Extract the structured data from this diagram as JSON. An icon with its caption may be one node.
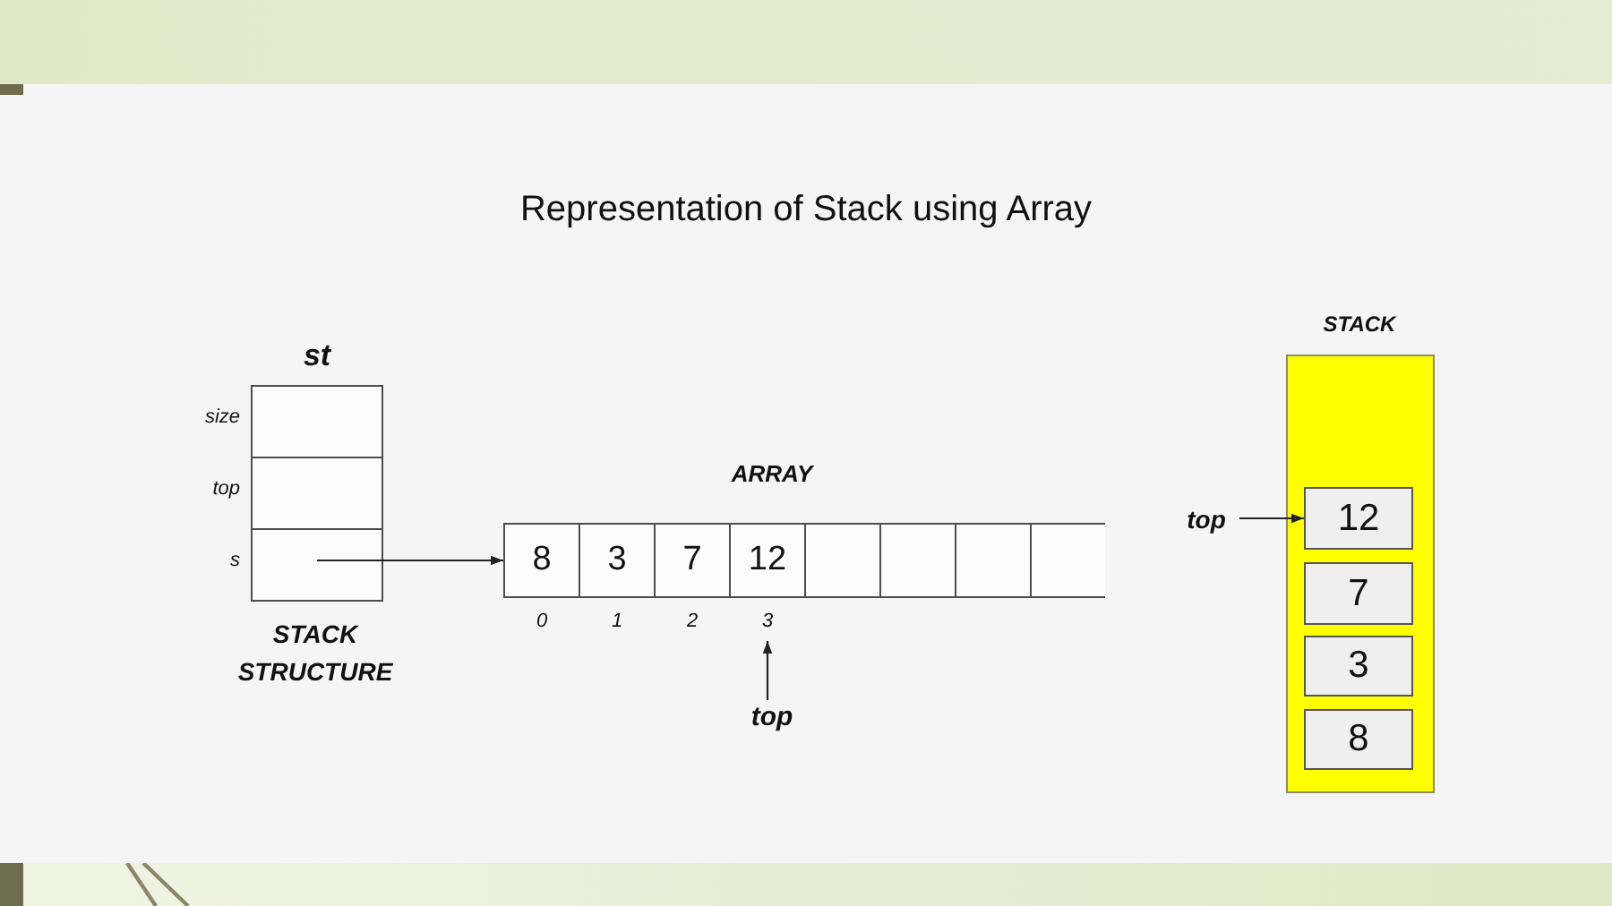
{
  "diagram": {
    "title": "Representation of Stack using Array",
    "nodes": [
      {
        "text": [
          "st"
        ],
        "beside": [
          "STACK STRUCTURE"
        ]
      },
      {
        "text": [],
        "shape": "box",
        "in": 0,
        "beside": [
          "size"
        ]
      },
      {
        "text": [],
        "shape": "box",
        "in": 0,
        "beside": [
          "top"
        ]
      },
      {
        "text": [],
        "shape": "box",
        "in": 0,
        "beside": [
          "s"
        ]
      },
      {
        "text": [
          "ARRAY"
        ]
      },
      {
        "text": [
          "8"
        ],
        "in": 4,
        "beside": [
          "0"
        ]
      },
      {
        "text": [
          "3"
        ],
        "in": 4,
        "beside": [
          "1"
        ]
      },
      {
        "text": [
          "7"
        ],
        "in": 4,
        "beside": [
          "2"
        ]
      },
      {
        "text": [
          "12"
        ],
        "in": 4,
        "beside": [
          "3"
        ]
      },
      {
        "text": [],
        "shape": "box",
        "in": 4
      },
      {
        "text": [],
        "shape": "box",
        "in": 4
      },
      {
        "text": [],
        "shape": "box",
        "in": 4
      },
      {
        "text": [],
        "shape": "box",
        "in": 4
      },
      {
        "text": [
          "top"
        ]
      },
      {
        "text": [
          "STACK"
        ]
      },
      {
        "text": [
          "12"
        ],
        "in": 14
      },
      {
        "text": [
          "7"
        ],
        "in": 14
      },
      {
        "text": [
          "3"
        ],
        "in": 14
      },
      {
        "text": [
          "8"
        ],
        "in": 14
      },
      {
        "text": [
          "top"
        ]
      }
    ],
    "edges": [
      {
        "from": 3,
        "to": 5,
        "arrow": "to"
      },
      {
        "from": 13,
        "to": 8,
        "arrow": "to"
      },
      {
        "from": 19,
        "to": 15,
        "arrow": "to"
      }
    ]
  }
}
